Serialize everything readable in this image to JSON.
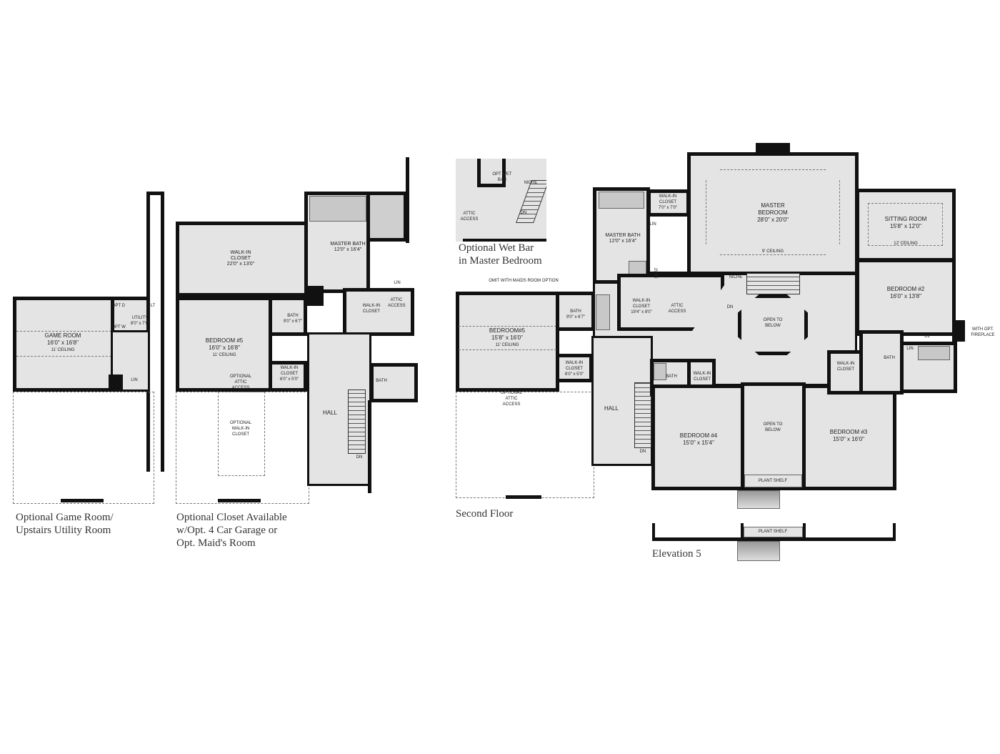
{
  "panel_game_room": {
    "game_room": {
      "name": "GAME ROOM",
      "size": "16'0\" x 16'8\"",
      "ceiling": "11' CEILING"
    },
    "utility": {
      "name": "UTILITY",
      "size": "8'0\" x 7'0\""
    },
    "opt_d": "OPT D",
    "opt_w": "OPT W",
    "lt": "LT",
    "lin": "LIN",
    "caption": [
      "Optional Game Room/",
      "Upstairs Utility Room"
    ]
  },
  "panel_closet": {
    "walk_in_closet": {
      "name": "WALK-IN CLOSET",
      "size": "22'0\" x 13'0\""
    },
    "master_bath": {
      "name": "MASTER BATH",
      "size": "12'0\" x 16'4\""
    },
    "bedroom5": {
      "name": "BEDROOM #5",
      "size": "16'0\" x 16'8\"",
      "ceiling": "11' CEILING"
    },
    "bath": {
      "name": "BATH",
      "size": "9'0\" x 6'7\""
    },
    "small_closet": {
      "name": "WALK-IN CLOSET",
      "size": "6'0\" x 5'0\""
    },
    "walk_in_closet2": "WALK-IN CLOSET",
    "attic_access": "ATTIC ACCESS",
    "optional_attic": "OPTIONAL ATTIC ACCESS",
    "optional_closet": "OPTIONAL WALK-IN CLOSET",
    "lin": "LIN",
    "hall": "HALL",
    "bath2": "BATH",
    "dn": "DN",
    "caption": [
      "Optional Closet Available",
      "w/Opt. 4 Car Garage or",
      "Opt. Maid's Room"
    ]
  },
  "panel_wet_bar": {
    "opt_wet_bar": "OPT WET BAR",
    "niche": "NICHE",
    "attic_access": "ATTIC ACCESS",
    "dn": "DN",
    "caption": [
      "Optional Wet Bar",
      "in Master Bedroom"
    ]
  },
  "second_floor": {
    "master_bedroom": {
      "name": "MASTER BEDROOM",
      "size": "28'0\" x 20'0\"",
      "ceiling": "9' CEILING"
    },
    "sitting_room": {
      "name": "SITTING ROOM",
      "size": "15'8\" x 12'0\"",
      "ceiling": "12' CEILING"
    },
    "bedroom2": {
      "name": "BEDROOM #2",
      "size": "16'0\" x 13'8\""
    },
    "master_bath": {
      "name": "MASTER BATH",
      "size": "12'0\" x 16'4\""
    },
    "mb_closet": {
      "name": "WALK-IN CLOSET",
      "size": "7'0\" x 7'0\""
    },
    "lin": "LIN",
    "seat": "SEAT",
    "walk_in_closet": {
      "name": "WALK-IN CLOSET",
      "size": "19'4\" x 8'0\""
    },
    "attic_access": "ATTIC ACCESS",
    "niche": "NICHE",
    "dn": "DN",
    "open_below1": "OPEN TO BELOW",
    "omit_note": "OMIT WITH MAIDS ROOM OPTION",
    "bedroom5": {
      "name": "BEDROOM#5",
      "size": "15'8\" x 16'0\"",
      "ceiling": "11' CEILING"
    },
    "bath5": {
      "name": "BATH",
      "size": "9'0\" x 6'7\""
    },
    "closet5": {
      "name": "WALK-IN CLOSET",
      "size": "6'0\" x 5'0\""
    },
    "optional_attic": "OPTIONAL ATTIC ACCESS",
    "hall": "HALL",
    "dn2": "DN",
    "bath4": "BATH",
    "closet4": "WALK-IN CLOSET",
    "bedroom4": {
      "name": "BEDROOM #4",
      "size": "15'0\" x 15'4\""
    },
    "open_below2": "OPEN TO BELOW",
    "plant_shelf": "PLANT SHELF",
    "bedroom3": {
      "name": "BEDROOM #3",
      "size": "15'0\" x 16'0\""
    },
    "closet3": "WALK-IN CLOSET",
    "bath3": "BATH",
    "lin2": "LIN",
    "cl": "CL",
    "fireplace": "WITH OPT. FIREPLACE",
    "caption": "Second Floor"
  },
  "elevation": {
    "plant_shelf": "PLANT SHELF",
    "caption": "Elevation 5"
  }
}
